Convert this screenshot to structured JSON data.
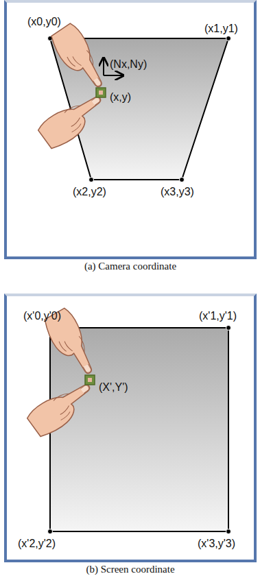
{
  "diagram": {
    "nodes": [
      {
        "text": [
          "(a) Camera coordinate"
        ]
      },
      {
        "text": [
          "(b) Screen coordinate"
        ]
      }
    ],
    "labels": [
      "(x0,y0)",
      "(x1,y1)",
      "(Nx,Ny)",
      "(x,y)",
      "(x2,y2)",
      "(x3,y3)",
      "(x'0,y'0)",
      "(x'1,y'1)",
      "(X',Y')",
      "(x'2,y'2)",
      "(x'3,y'3)"
    ]
  }
}
